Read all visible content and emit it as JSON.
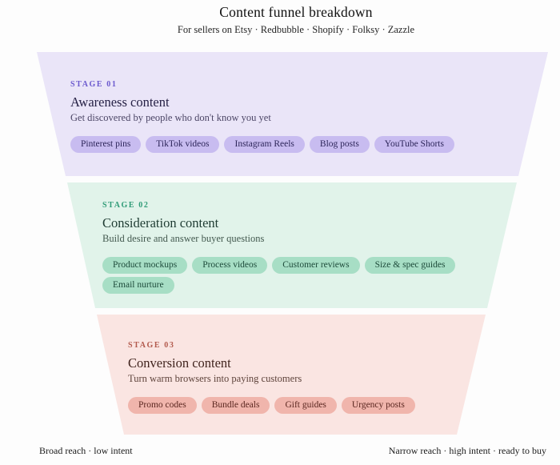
{
  "header": {
    "title": "Content funnel breakdown",
    "subtitle": "For sellers on Etsy · Redbubble · Shopify · Folksy · Zazzle"
  },
  "stages": [
    {
      "label": "STAGE 01",
      "title": "Awareness content",
      "description": "Get discovered by people who don't know you yet",
      "tags": [
        "Pinterest pins",
        "TikTok videos",
        "Instagram Reels",
        "Blog posts",
        "YouTube Shorts"
      ],
      "colors": {
        "bg": "#EAE5F8",
        "label": "#6B59CE",
        "title": "#262145",
        "desc": "#4C4666",
        "pill_bg": "#C8BCF0",
        "pill_text": "#2C2559"
      }
    },
    {
      "label": "STAGE 02",
      "title": "Consideration content",
      "description": "Build desire and answer buyer questions",
      "tags": [
        "Product mockups",
        "Process videos",
        "Customer reviews",
        "Size & spec guides",
        "Email nurture"
      ],
      "colors": {
        "bg": "#E1F3EA",
        "label": "#2F9B77",
        "title": "#1F3C33",
        "desc": "#43594F",
        "pill_bg": "#A7DEC5",
        "pill_text": "#1D4A3A"
      }
    },
    {
      "label": "STAGE 03",
      "title": "Conversion content",
      "description": "Turn warm browsers into paying customers",
      "tags": [
        "Promo codes",
        "Bundle deals",
        "Gift guides",
        "Urgency posts"
      ],
      "colors": {
        "bg": "#FAE5E2",
        "label": "#B25A4D",
        "title": "#41241E",
        "desc": "#5F443C",
        "pill_bg": "#F0B5AC",
        "pill_text": "#5A261F"
      }
    }
  ],
  "footer": {
    "left": "Broad reach · low intent",
    "right": "Narrow reach · high intent · ready to buy"
  }
}
